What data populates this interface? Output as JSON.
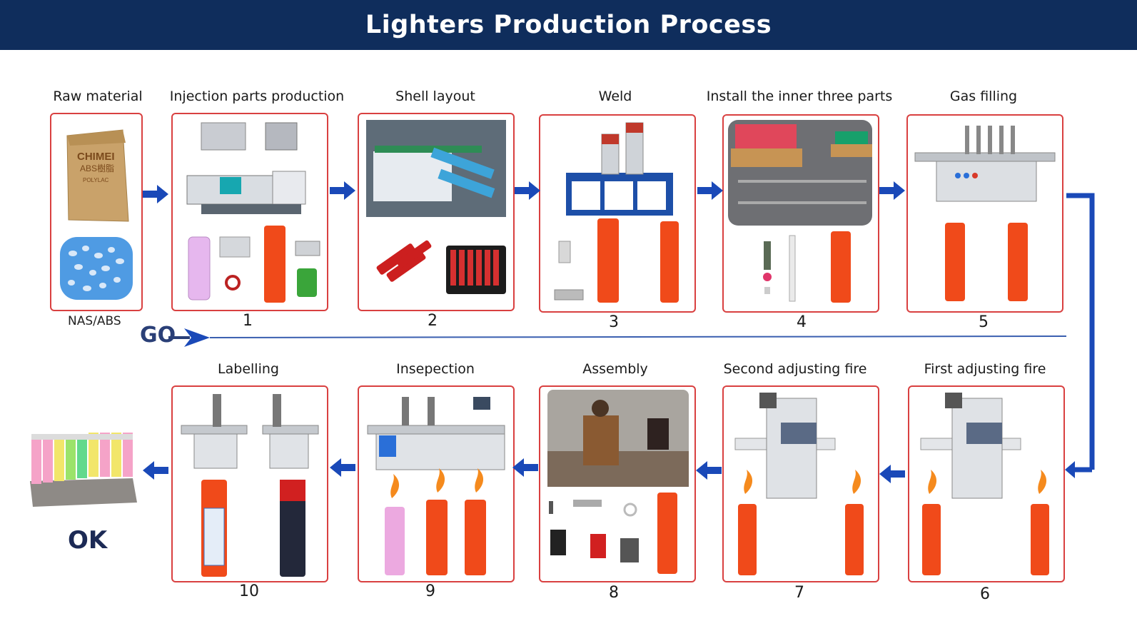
{
  "title": "Lighters Production Process",
  "go_label": "GO",
  "ok_label": "OK",
  "raw_material": {
    "label": "Raw material",
    "sub_label": "NAS/ABS",
    "bag_text_1": "CHIMEI",
    "bag_text_2": "ABS樹脂",
    "bag_text_3": "POLYLAC"
  },
  "steps": [
    {
      "num": "1",
      "label": "Injection parts production"
    },
    {
      "num": "2",
      "label": "Shell layout"
    },
    {
      "num": "3",
      "label": "Weld"
    },
    {
      "num": "4",
      "label": "Install the inner three parts"
    },
    {
      "num": "5",
      "label": "Gas filling"
    },
    {
      "num": "6",
      "label": "First adjusting fire"
    },
    {
      "num": "7",
      "label": "Second adjusting fire"
    },
    {
      "num": "8",
      "label": "Assembly"
    },
    {
      "num": "9",
      "label": "Insepection"
    },
    {
      "num": "10",
      "label": "Labelling"
    }
  ],
  "colors": {
    "header_bg": "#0f2d5c",
    "box_border": "#d94040",
    "arrow": "#1a49b8",
    "lighter_red": "#f04a1a",
    "flow_line": "#3a5fb0"
  }
}
